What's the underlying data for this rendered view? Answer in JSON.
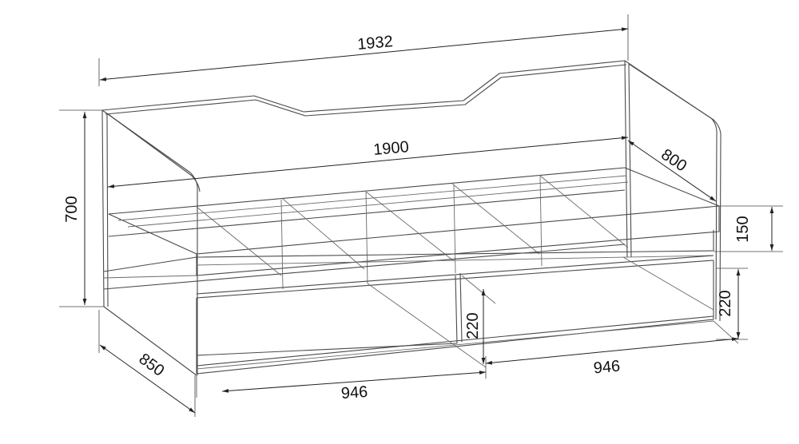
{
  "dimensions": {
    "overall_length": "1932",
    "inner_length": "1900",
    "inner_depth": "800",
    "overall_height": "700",
    "overall_depth": "850",
    "side_rail_height": "150",
    "drawer_height_right": "220",
    "drawer_height_center": "220",
    "drawer_width_left": "946",
    "drawer_width_right": "946"
  },
  "colors": {
    "line": "#4a4a4a",
    "text": "#111111"
  }
}
